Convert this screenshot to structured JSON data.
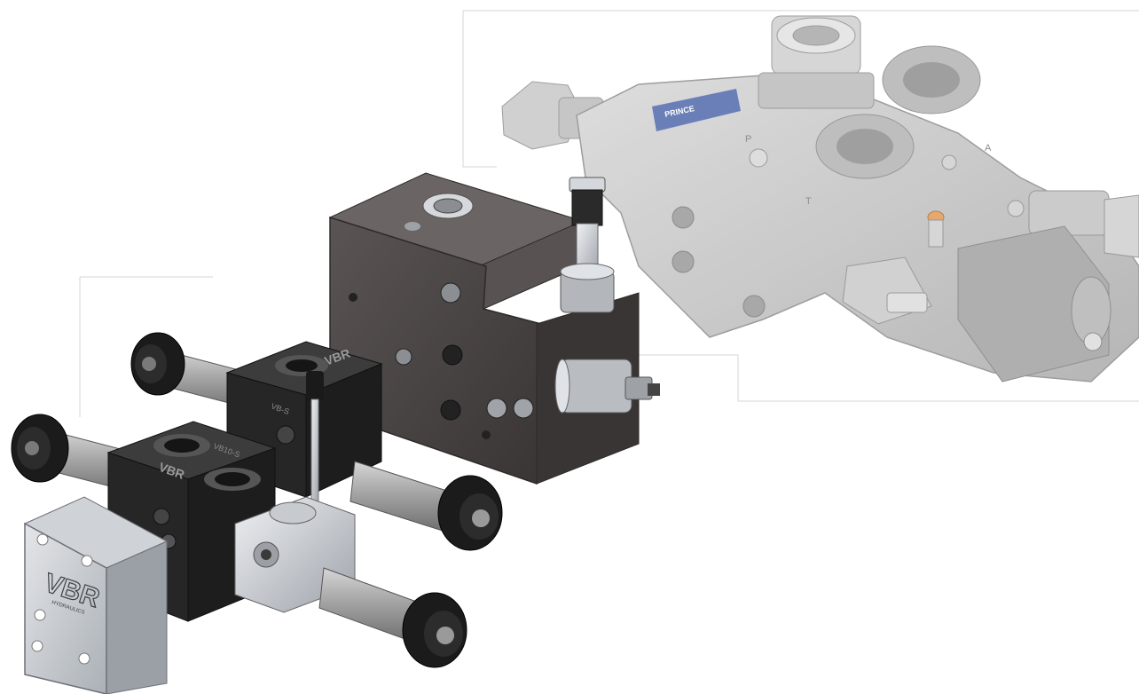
{
  "scene": {
    "subject": "exploded-view-hydraulic-valve-assembly",
    "colors": {
      "background": "#ffffff",
      "ghost_body": "#c9c9c9",
      "ghost_edge": "#9a9a9a",
      "dark_block": "#4a4545",
      "dark_block_top": "#625d5d",
      "dark_block_side": "#3a3636",
      "black_block": "#2b2b2b",
      "steel": "#b8bcc2",
      "steel_light": "#e1e4e8",
      "knob": "#1a1a1a",
      "tube": "#9a9a9a",
      "nameplate": "#3b57a6",
      "orange_fitting": "#e29a55"
    }
  },
  "ghost_valve": {
    "plate_brand": "PRINCE",
    "port_label_p": "P",
    "port_label_t": "T",
    "port_label_a": "A"
  },
  "front_plate": {
    "logo": "VBR",
    "logo_sub": "HYDRAULICS"
  },
  "rear_module": {
    "logo": "VBR",
    "marking": "VB-S"
  },
  "front_module": {
    "logo": "VBR",
    "marking": "VB10-S"
  }
}
